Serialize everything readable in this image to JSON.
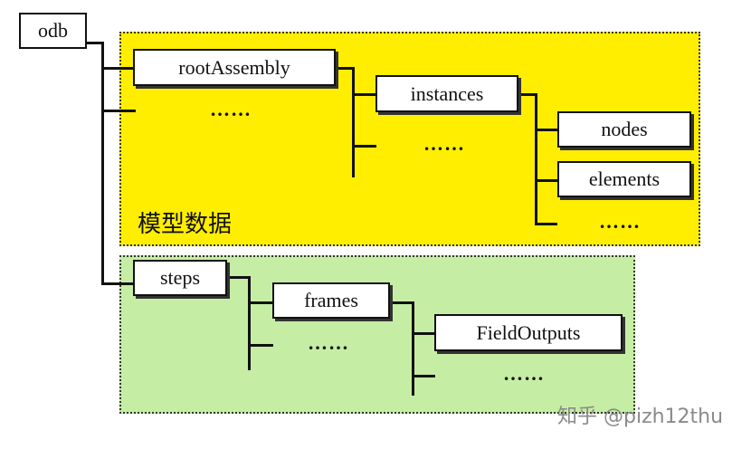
{
  "nodes": {
    "odb": "odb",
    "rootAssembly": "rootAssembly",
    "instances": "instances",
    "nodes": "nodes",
    "elements": "elements",
    "steps": "steps",
    "frames": "frames",
    "fieldOutputs": "FieldOutputs"
  },
  "ellipsis": "……",
  "regions": {
    "model_data_label": "模型数据"
  },
  "colors": {
    "model_region": "#ffee00",
    "result_region": "#c6eda4"
  },
  "watermark": "知乎 @pizh12thu"
}
